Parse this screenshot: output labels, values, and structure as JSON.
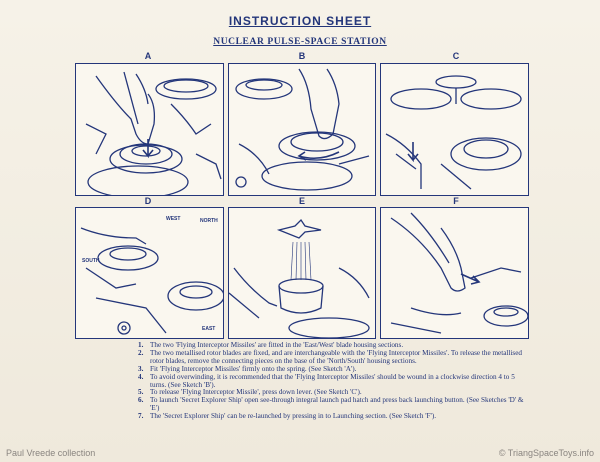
{
  "title": "INSTRUCTION SHEET",
  "subtitle": "NUCLEAR PULSE-SPACE STATION",
  "panels": [
    {
      "label": "A"
    },
    {
      "label": "B"
    },
    {
      "label": "C"
    },
    {
      "label": "D",
      "compass": [
        "WEST",
        "NORTH",
        "SOUTH",
        "EAST"
      ]
    },
    {
      "label": "E"
    },
    {
      "label": "F"
    }
  ],
  "instructions": [
    {
      "num": "1.",
      "text": "The two 'Flying Interceptor Missiles' are fitted in the 'East/West' blade housing sections."
    },
    {
      "num": "2.",
      "text": "The two metallised rotor blades are fixed, and are interchangeable with the 'Flying Interceptor Missiles'.  To release the metallised rotor blades, remove the connecting pieces on the base of the 'North/South' housing sections."
    },
    {
      "num": "3.",
      "text": "Fit 'Flying Interceptor Missiles' firmly onto the spring.  (See Sketch 'A')."
    },
    {
      "num": "4.",
      "text": "To avoid overwinding, it is recommended that the 'Flying Interceptor Missiles' should be wound in a clockwise direction 4 to 5 turns.  (See Sketch 'B')."
    },
    {
      "num": "5.",
      "text": "To release 'Flying Interceptor Missile', press down lever.  (See Sketch 'C')."
    },
    {
      "num": "6.",
      "text": "To launch 'Secret Explorer Ship' open see-through integral launch pad hatch and press back launching button.  (See Sketches 'D' & 'E')"
    },
    {
      "num": "7.",
      "text": "The 'Secret Explorer Ship' can be re-launched by pressing in to Launching section.  (See Sketch 'F')."
    }
  ],
  "footer": {
    "left": "Paul Vreede collection",
    "right": "© TriangSpaceToys.info"
  },
  "colors": {
    "ink": "#24367a",
    "paper": "#f3efe4",
    "watermark": "#8a8580"
  }
}
